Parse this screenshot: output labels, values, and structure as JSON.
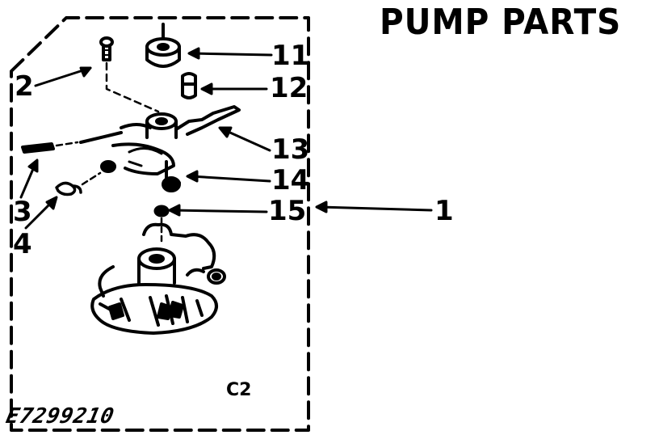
{
  "diagram": {
    "title": "PUMP PARTS",
    "drawing_code": "C2",
    "figure_number": "E7299210"
  },
  "callouts": [
    {
      "key": "c1",
      "label": "1"
    },
    {
      "key": "c2",
      "label": "2"
    },
    {
      "key": "c3",
      "label": "3"
    },
    {
      "key": "c4",
      "label": "4"
    },
    {
      "key": "c11",
      "label": "11"
    },
    {
      "key": "c12",
      "label": "12"
    },
    {
      "key": "c13",
      "label": "13"
    },
    {
      "key": "c14",
      "label": "14"
    },
    {
      "key": "c15",
      "label": "15"
    }
  ]
}
